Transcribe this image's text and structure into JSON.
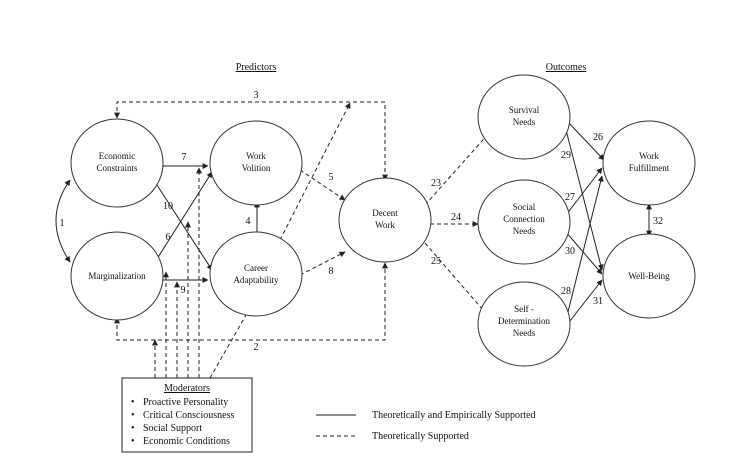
{
  "headers": {
    "predictors": "Predictors",
    "outcomes": "Outcomes"
  },
  "nodes": {
    "economic_constraints": [
      "Economic",
      "Constraints"
    ],
    "marginalization": [
      "Marginalization"
    ],
    "work_volition": [
      "Work",
      "Volition"
    ],
    "career_adaptability": [
      "Career",
      "Adaptability"
    ],
    "decent_work": [
      "Decent",
      "Work"
    ],
    "survival_needs": [
      "Survival",
      "Needs"
    ],
    "social_connection_needs": [
      "Social",
      "Connection",
      "Needs"
    ],
    "self_determination_needs": [
      "Self -",
      "Determination",
      "Needs"
    ],
    "work_fulfillment": [
      "Work",
      "Fulfillment"
    ],
    "well_being": [
      "Well-Being"
    ]
  },
  "path_labels": {
    "p1": "1",
    "p2": "2",
    "p3": "3",
    "p4": "4",
    "p5": "5",
    "p6": "6",
    "p7": "7",
    "p8": "8",
    "p9": "9",
    "p10": "10",
    "p23": "23",
    "p24": "24",
    "p25": "25",
    "p26": "26",
    "p27": "27",
    "p28": "28",
    "p29": "29",
    "p30": "30",
    "p31": "31",
    "p32": "32"
  },
  "moderators": {
    "title": "Moderators",
    "items": [
      "Proactive Personality",
      "Critical Consciousness",
      "Social Support",
      "Economic Conditions"
    ]
  },
  "legend": {
    "solid": "Theoretically and Empirically Supported",
    "dashed": "Theoretically Supported"
  }
}
